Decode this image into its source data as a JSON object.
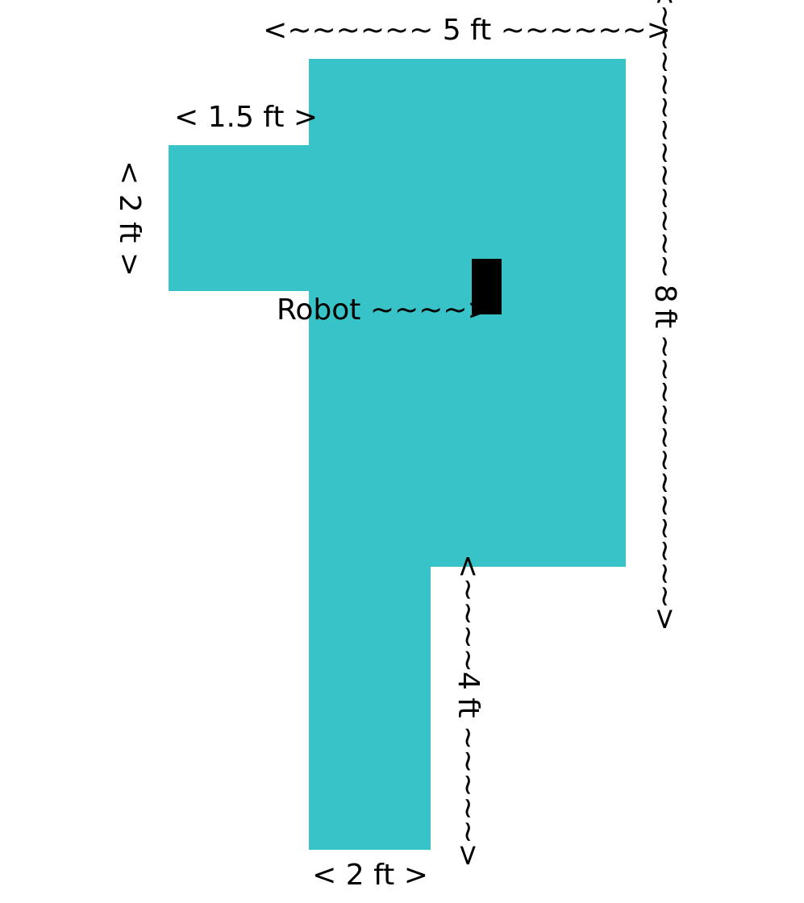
{
  "colors": {
    "floor": "#37C3C8",
    "robot": "#000000",
    "text": "#000000",
    "background": "#FFFFFF"
  },
  "dimensions": {
    "top_width": "<~~~~~~ 5 ft ~~~~~~>",
    "right_height": "<~~~~~~~~~~~~ 8 ft ~~~~~~~~~~~~>",
    "left_box_width": "< 1.5 ft >",
    "left_box_height": "< 2 ft >",
    "lower_extension_height": "<~~~~4 ft ~~~~~>",
    "bottom_width": "< 2 ft >"
  },
  "robot_label": "Robot ~~~~>"
}
